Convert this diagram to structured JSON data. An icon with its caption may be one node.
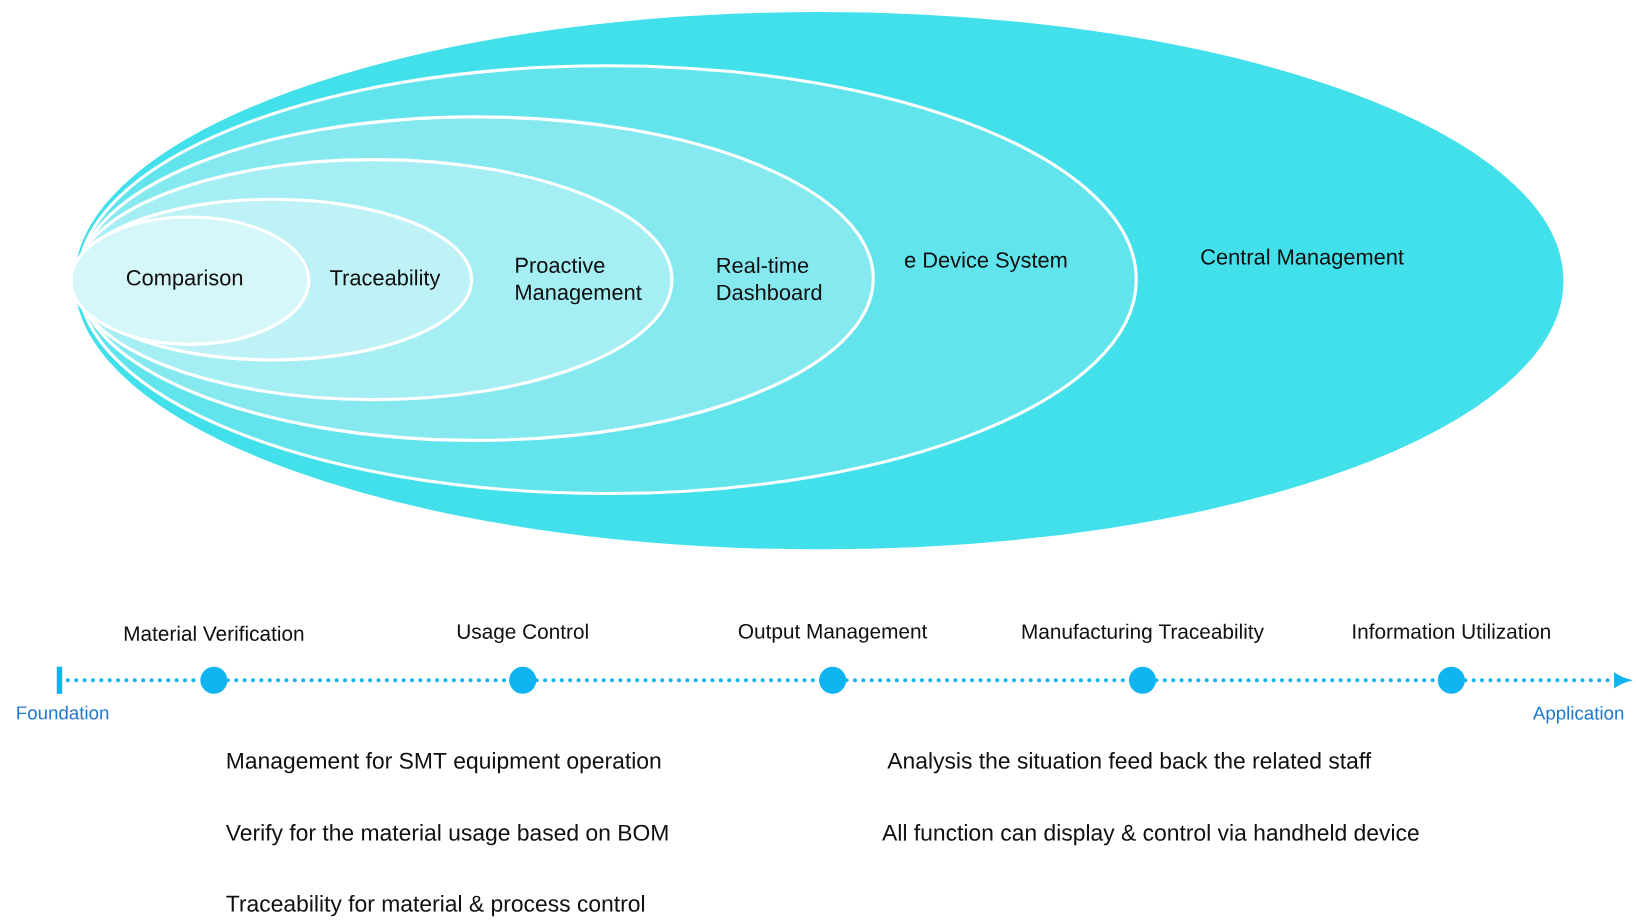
{
  "diagram": {
    "nodes": [
      {
        "text": [
          "Central Management"
        ]
      },
      {
        "text": [
          "e Device System"
        ],
        "in": 0
      },
      {
        "text": [
          "Real-time Dashboard"
        ],
        "in": 1
      },
      {
        "text": [
          "Proactive Management"
        ],
        "in": 2
      },
      {
        "text": [
          "Traceability"
        ],
        "in": 3
      },
      {
        "text": [
          "Comparison"
        ],
        "in": 4
      },
      {
        "text": [
          "Material Verification"
        ]
      },
      {
        "text": [
          "Usage Control"
        ]
      },
      {
        "text": [
          "Output Management"
        ]
      },
      {
        "text": [
          "Manufacturing Traceability"
        ]
      },
      {
        "text": [
          "Information Utilization"
        ]
      },
      {
        "text": [
          "Foundation"
        ]
      },
      {
        "text": [
          "Application"
        ]
      }
    ],
    "edges": [
      {
        "from": 11,
        "to": 6,
        "arrow": "none"
      },
      {
        "from": 6,
        "to": 7,
        "arrow": "none"
      },
      {
        "from": 7,
        "to": 8,
        "arrow": "none"
      },
      {
        "from": 8,
        "to": 9,
        "arrow": "none"
      },
      {
        "from": 9,
        "to": 10,
        "arrow": "none"
      },
      {
        "from": 10,
        "to": 12,
        "arrow": "to"
      }
    ],
    "labels": [
      "Management for SMT equipment operation",
      "Analysis the situation feed back the related staff",
      "Verify for the material usage based on BOM",
      "All function can display & control via handheld device",
      "Traceability for material & process control"
    ]
  }
}
